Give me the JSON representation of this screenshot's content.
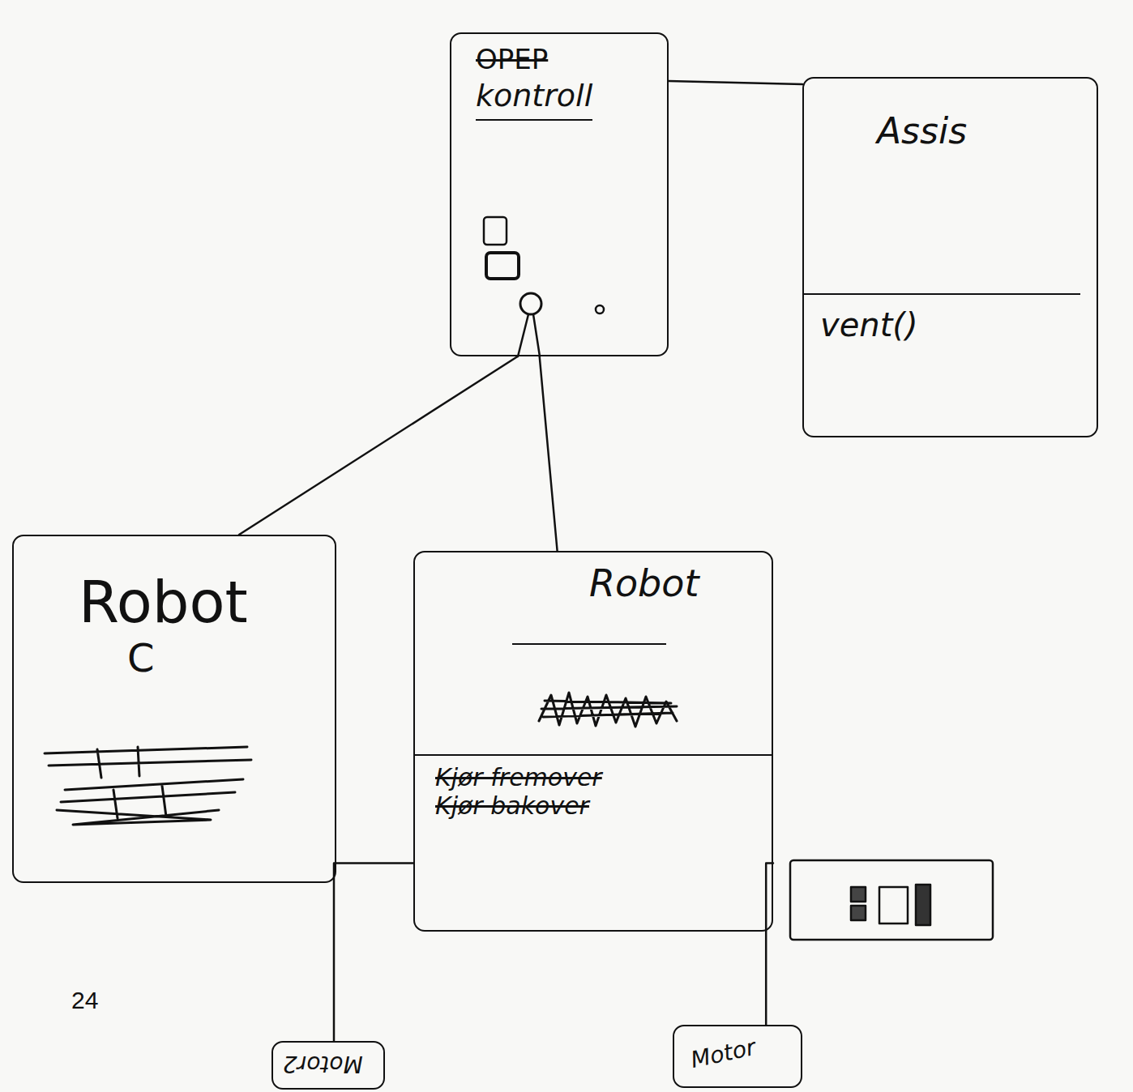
{
  "diagram": {
    "nodes": [
      {
        "text": [
          "OPEP",
          "kontroll"
        ]
      },
      {
        "text": [
          "Assis",
          "vent()"
        ]
      },
      {
        "text": [
          "Robot",
          "C"
        ]
      },
      {
        "text": [
          "Robot",
          "Kjør fremover",
          "Kjør bakover"
        ]
      },
      {
        "text": [
          "Motor2"
        ]
      },
      {
        "text": [
          "Motor"
        ]
      }
    ],
    "edges": [
      {
        "from": 0,
        "to": 1,
        "arrow": "none"
      },
      {
        "from": 0,
        "to": 2,
        "arrow": "none"
      },
      {
        "from": 0,
        "to": 3,
        "arrow": "none"
      },
      {
        "from": 3,
        "to": 4,
        "arrow": "none"
      },
      {
        "from": 3,
        "to": 5,
        "arrow": "none"
      }
    ],
    "labels": [
      "24"
    ]
  }
}
